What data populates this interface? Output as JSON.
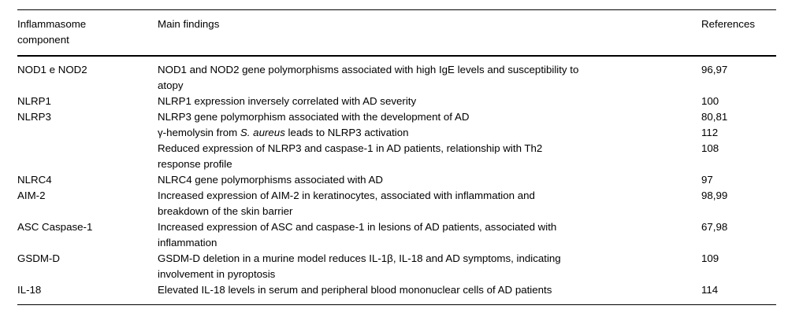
{
  "table": {
    "columns": [
      {
        "id": "component",
        "header_lines": [
          "Inflammasome",
          "component"
        ]
      },
      {
        "id": "findings",
        "header_lines": [
          "Main findings"
        ]
      },
      {
        "id": "references",
        "header_lines": [
          "References"
        ]
      }
    ],
    "header": {
      "component_line1": "Inflammasome",
      "component_line2": "component",
      "findings": "Main findings",
      "references": "References"
    },
    "rows": [
      {
        "component": "NOD1 e NOD2",
        "findings": [
          {
            "pre": "NOD1 and NOD2 gene polymorphisms associated with high IgE levels and susceptibility to",
            "italic": "",
            "post": ""
          },
          {
            "pre": "atopy",
            "italic": "",
            "post": ""
          }
        ],
        "references": [
          "96,97"
        ]
      },
      {
        "component": "NLRP1",
        "findings": [
          {
            "pre": "NLRP1 expression inversely correlated with AD severity",
            "italic": "",
            "post": ""
          }
        ],
        "references": [
          "100"
        ]
      },
      {
        "component": "NLRP3",
        "findings": [
          {
            "pre": "NLRP3 gene polymorphism associated with the development of AD",
            "italic": "",
            "post": ""
          },
          {
            "pre": "γ-hemolysin from ",
            "italic": "S. aureus",
            "post": " leads to NLRP3 activation"
          },
          {
            "pre": "Reduced expression of NLRP3 and caspase-1 in AD patients, relationship with Th2",
            "italic": "",
            "post": ""
          },
          {
            "pre": "response profile",
            "italic": "",
            "post": ""
          }
        ],
        "references": [
          "80,81",
          "112",
          "108"
        ]
      },
      {
        "component": "NLRC4",
        "findings": [
          {
            "pre": "NLRC4 gene polymorphisms associated with AD",
            "italic": "",
            "post": ""
          }
        ],
        "references": [
          "97"
        ]
      },
      {
        "component": "AIM-2",
        "findings": [
          {
            "pre": "Increased expression of AIM-2 in keratinocytes, associated with inflammation and",
            "italic": "",
            "post": ""
          },
          {
            "pre": "breakdown of the skin barrier",
            "italic": "",
            "post": ""
          }
        ],
        "references": [
          "98,99"
        ]
      },
      {
        "component": "ASC Caspase-1",
        "findings": [
          {
            "pre": "Increased expression of ASC and caspase-1 in lesions of AD patients, associated with",
            "italic": "",
            "post": ""
          },
          {
            "pre": "inflammation",
            "italic": "",
            "post": ""
          }
        ],
        "references": [
          "67,98"
        ]
      },
      {
        "component": "GSDM-D",
        "findings": [
          {
            "pre": "GSDM-D deletion in a murine model reduces IL-1β, IL-18 and AD symptoms, indicating",
            "italic": "",
            "post": ""
          },
          {
            "pre": "involvement in pyroptosis",
            "italic": "",
            "post": ""
          }
        ],
        "references": [
          "109"
        ]
      },
      {
        "component": "IL-18",
        "findings": [
          {
            "pre": "Elevated IL-18 levels in serum and peripheral blood mononuclear cells of AD patients",
            "italic": "",
            "post": ""
          }
        ],
        "references": [
          "114"
        ]
      }
    ],
    "rule_color": "#000000"
  }
}
